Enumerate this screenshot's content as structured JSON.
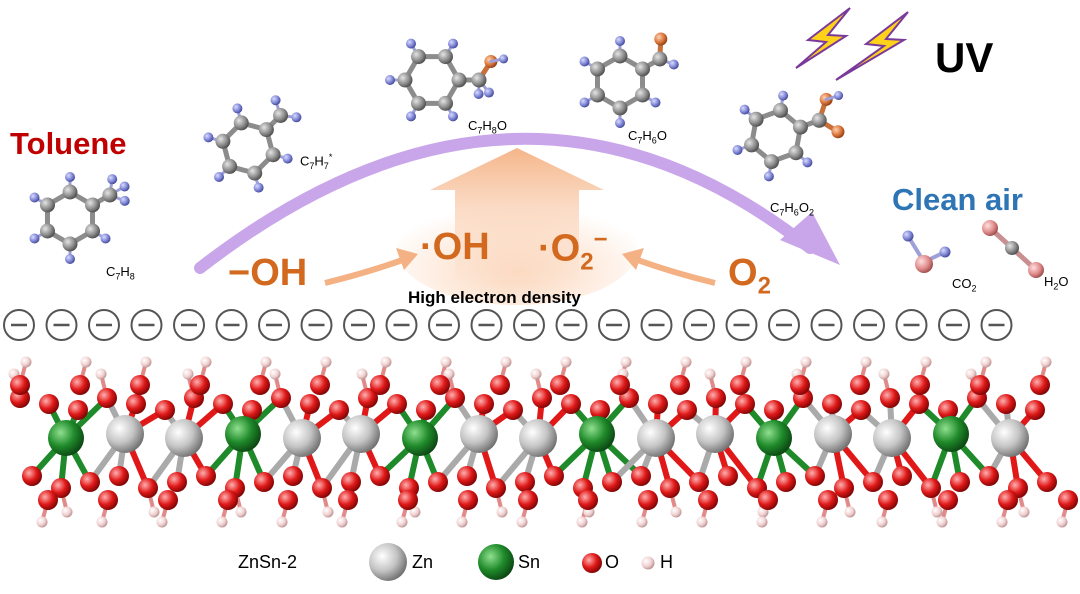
{
  "labels": {
    "toluene": "Toluene",
    "clean_air": "Clean air",
    "uv": "UV",
    "high_electron_density": "High electron density",
    "oh_minus": "−OH",
    "oh_radical": "·OH",
    "o2_radical_base": "·O",
    "o2_radical_sub": "2",
    "o2_radical_sup": "−",
    "o2_base": "O",
    "o2_sub": "2"
  },
  "molecules": {
    "c7h8": {
      "base1": "C",
      "s1": "7",
      "base2": "H",
      "s2": "8"
    },
    "c7h7": {
      "base1": "C",
      "s1": "7",
      "base2": "H",
      "s2": "7",
      "sup": "*"
    },
    "c7h8o": {
      "base1": "C",
      "s1": "7",
      "base2": "H",
      "s2": "8",
      "tail": "O"
    },
    "c7h6o": {
      "base1": "C",
      "s1": "7",
      "base2": "H",
      "s2": "6",
      "tail": "O"
    },
    "c7h6o2": {
      "base1": "C",
      "s1": "7",
      "base2": "H",
      "s2": "6",
      "tail": "O",
      "s3": "2"
    },
    "co2": {
      "base1": "CO",
      "s1": "2"
    },
    "h2o": {
      "base1": "H",
      "s1": "2",
      "tail": "O"
    }
  },
  "legend": {
    "material": "ZnSn-2",
    "zn": "Zn",
    "sn": "Sn",
    "o": "O",
    "h": "H"
  },
  "colors": {
    "carbon": "#8c8c8c",
    "hydrogen": "#8a8fd6",
    "oxygen_mol": "#d9733a",
    "arc": "#c9a6ea",
    "flow_arrow": "#f4b183",
    "zn": "#c8c8c8",
    "sn": "#1f8a2a",
    "o_lattice": "#e01818",
    "h_lattice": "#f2d4d4"
  },
  "electron_count": 24
}
